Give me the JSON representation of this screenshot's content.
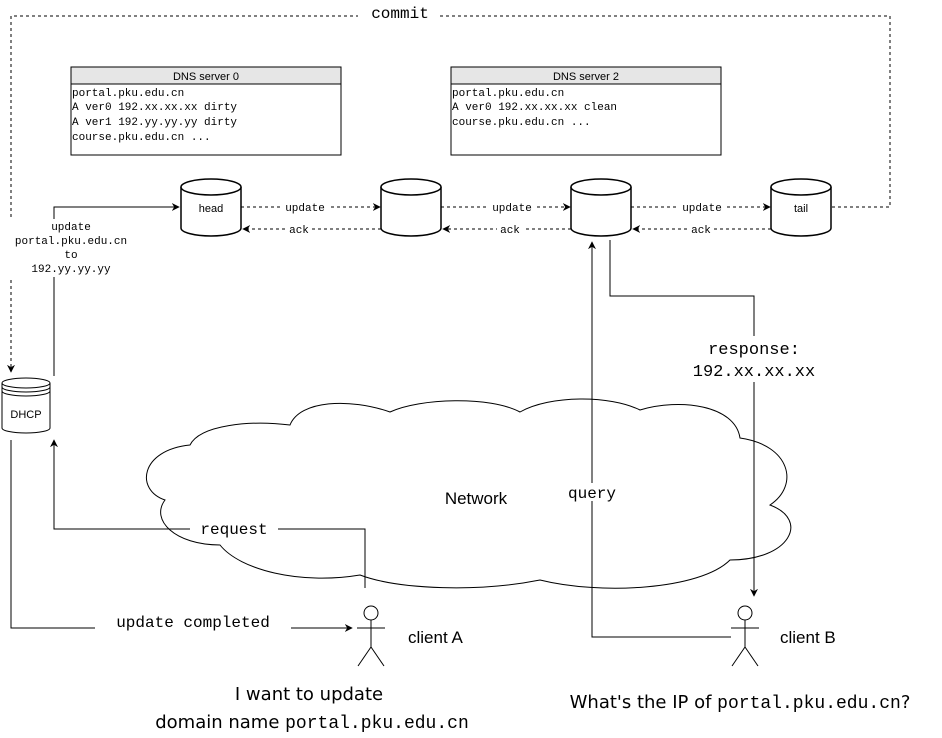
{
  "commit_label": "commit",
  "dns_server_0": {
    "title": "DNS server 0",
    "lines": [
      "portal.pku.edu.cn",
      "A ver0 192.xx.xx.xx dirty",
      "A ver1 192.yy.yy.yy dirty",
      "course.pku.edu.cn ..."
    ]
  },
  "dns_server_2": {
    "title": "DNS server 2",
    "lines": [
      "portal.pku.edu.cn",
      "A ver0 192.xx.xx.xx clean",
      "course.pku.edu.cn ..."
    ]
  },
  "nodes": {
    "head": "head",
    "tail": "tail",
    "dhcp": "DHCP"
  },
  "chain_labels": {
    "update_1": "update",
    "ack_1": "ack",
    "update_2": "update",
    "ack_2": "ack",
    "update_3": "update",
    "ack_3": "ack"
  },
  "dhcp_update_lines": [
    "update",
    "portal.pku.edu.cn",
    "to",
    "192.yy.yy.yy"
  ],
  "response_lines": [
    "response:",
    "192.xx.xx.xx"
  ],
  "network_label": "Network",
  "request_label": "request",
  "query_label": "query",
  "update_completed_label": "update completed",
  "client_a": {
    "name": "client A",
    "caption_line1": "I want to update",
    "caption_line2_prefix": "domain name ",
    "caption_line2_code": "portal.pku.edu.cn"
  },
  "client_b": {
    "name": "client B",
    "caption_prefix": "What's the IP of ",
    "caption_code": "portal.pku.edu.cn",
    "caption_suffix": "?"
  }
}
